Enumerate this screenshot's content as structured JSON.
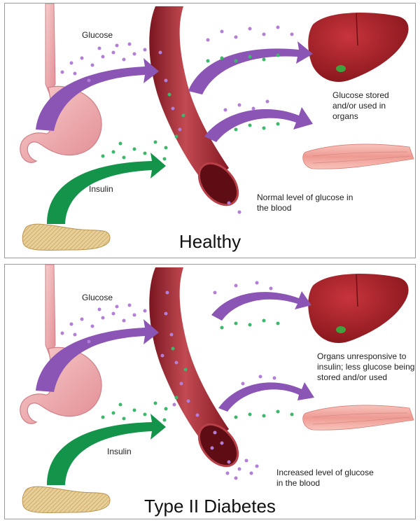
{
  "panels": [
    {
      "title": "Healthy",
      "labels": {
        "glucose": "Glucose",
        "insulin": "Insulin",
        "organs": "Glucose stored and/or used in organs",
        "blood": "Normal level of glucose in the blood"
      }
    },
    {
      "title": "Type II Diabetes",
      "labels": {
        "glucose": "Glucose",
        "insulin": "Insulin",
        "organs": "Organs unresponsive to insulin; less glucose being stored and/or used",
        "blood": "Increased level of glucose in the blood"
      }
    }
  ],
  "colors": {
    "glucose_arrow": "#8a55b5",
    "insulin_arrow": "#14934a",
    "blood_vessel": "#a52a35",
    "liver": "#a5202a",
    "stomach": "#f2b5b5",
    "pancreas": "#e6cc96",
    "muscle": "#f0a9a0"
  }
}
